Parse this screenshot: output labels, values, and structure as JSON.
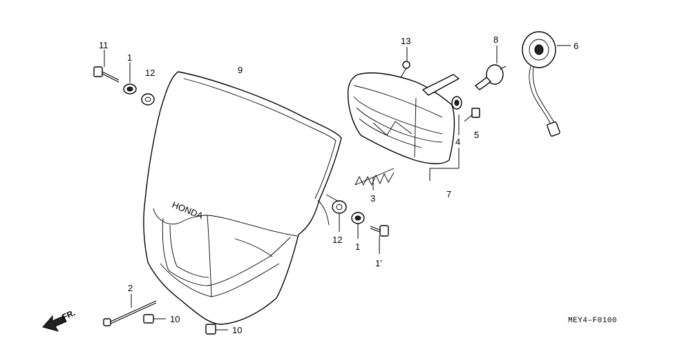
{
  "diagram": {
    "callouts": {
      "c11a": "11",
      "c1a": "1",
      "c12a": "12",
      "c9": "9",
      "c13": "13",
      "c8": "8",
      "c6": "6",
      "c5": "5",
      "c4": "4",
      "c3": "3",
      "c7": "7",
      "c12b": "12",
      "c1b": "1",
      "c11b": "1′",
      "c2": "2",
      "c10a": "10",
      "c10b": "10"
    },
    "direction_label": "FR.",
    "drawing_code": "MEY4–F0100",
    "brand_mark": "HONDA"
  }
}
